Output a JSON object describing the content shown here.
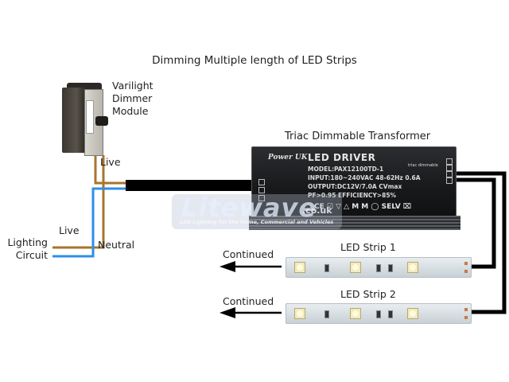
{
  "title": "Dimming Multiple length of LED Strips",
  "dimmer": {
    "label_lines": [
      "Varilight",
      "Dimmer",
      "Module"
    ],
    "output_label": "Live"
  },
  "supply": {
    "live_label": "Live",
    "neutral_label": "Neutral",
    "circuit_label_lines": [
      "Lighting",
      "Circuit"
    ]
  },
  "transformer": {
    "caption": "Triac Dimmable Transformer",
    "brand": "Power UK",
    "heading": "LED DRIVER",
    "spec_lines": [
      "MODEL:PAX12100TD-1",
      "INPUT:180~240VAC 48-62Hz 0.6A",
      "OUTPUT:DC12V/7.0A  CVmax",
      "PF>0.95  EFFICIENCY>85%"
    ],
    "triac_badge": "triac dimmable",
    "markings": "CE ☑ ▽ △ M M ◯ SELV ⌧"
  },
  "watermark": {
    "brand": "Litewave",
    "domain": ".co.uk",
    "tagline": "LED Lighting for the Home, Commercial and Vehicles"
  },
  "strips": [
    {
      "label": "LED Strip 1",
      "continued_label": "Continued"
    },
    {
      "label": "LED Strip 2",
      "continued_label": "Continued"
    }
  ],
  "colors": {
    "live_wire": "#a8742e",
    "neutral_wire": "#2f8fe6",
    "dc_wire": "#000000",
    "strip_red_lead": "#e02020",
    "strip_grey_lead": "#666666"
  }
}
